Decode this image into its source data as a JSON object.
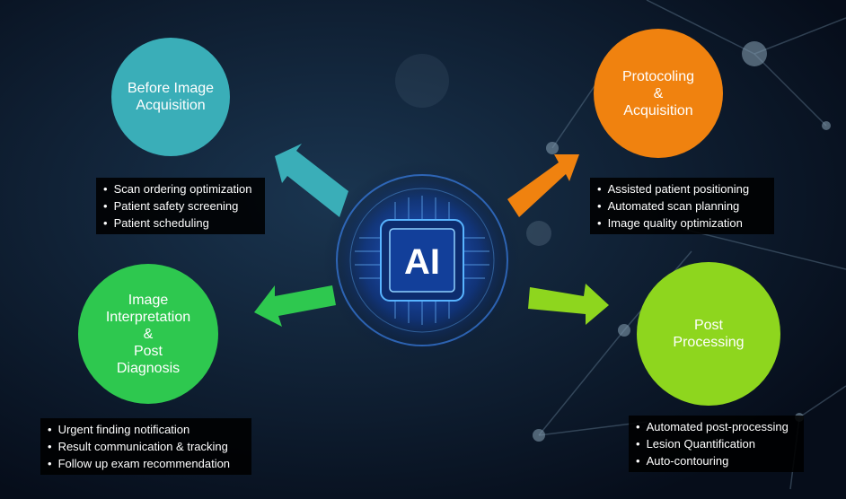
{
  "center": {
    "label": "AI"
  },
  "colors": {
    "teal": "#3aaeb8",
    "orange": "#f0820f",
    "green": "#2ec84f",
    "lime": "#8ed61e"
  },
  "stages": [
    {
      "title": "Before Image\nAcquisition",
      "items": [
        "Scan ordering optimization",
        "Patient safety screening",
        "Patient scheduling"
      ]
    },
    {
      "title": "Protocoling\n&\nAcquisition",
      "items": [
        "Assisted patient positioning",
        "Automated scan planning",
        "Image quality optimization"
      ]
    },
    {
      "title": "Image\nInterpretation\n&\nPost\nDiagnosis",
      "items": [
        "Urgent finding notification",
        "Result communication & tracking",
        "Follow up exam recommendation"
      ]
    },
    {
      "title": "Post\nProcessing",
      "items": [
        "Automated post-processing",
        "Lesion Quantification",
        "Auto-contouring"
      ]
    }
  ]
}
